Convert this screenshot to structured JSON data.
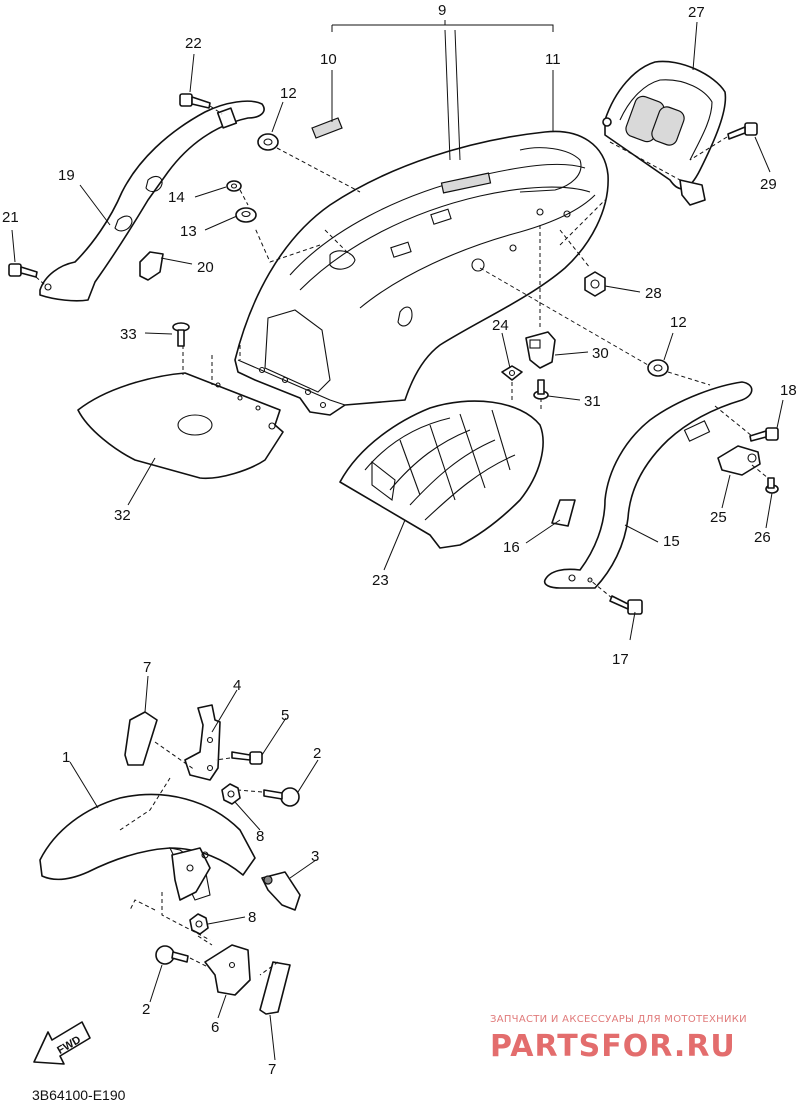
{
  "diagram_code": "3B64100-E190",
  "watermark": {
    "tagline": "ЗАПЧАСТИ И АКСЕССУАРЫ ДЛЯ МОТОТЕХНИКИ",
    "logo": "PARTSFOR.RU"
  },
  "fwd_label": "FWD",
  "callouts": {
    "c1": "1",
    "c2a": "2",
    "c2b": "2",
    "c3": "3",
    "c4": "4",
    "c5": "5",
    "c6": "6",
    "c7a": "7",
    "c7b": "7",
    "c8a": "8",
    "c8b": "8",
    "c9": "9",
    "c10": "10",
    "c11": "11",
    "c12a": "12",
    "c12b": "12",
    "c13": "13",
    "c14": "14",
    "c15": "15",
    "c16": "16",
    "c17": "17",
    "c18": "18",
    "c19": "19",
    "c20": "20",
    "c21": "21",
    "c22": "22",
    "c23": "23",
    "c24": "24",
    "c25": "25",
    "c26": "26",
    "c27": "27",
    "c28": "28",
    "c29": "29",
    "c30": "30",
    "c31": "31",
    "c32": "32",
    "c33": "33"
  }
}
